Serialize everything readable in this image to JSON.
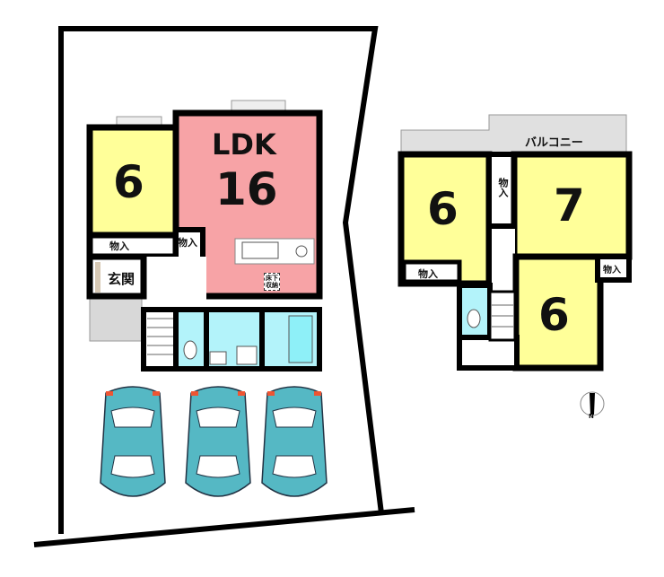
{
  "floor1": {
    "ldk_label": "LDK",
    "ldk_size": "16",
    "bedroom_size": "6",
    "closet_label": "物入",
    "closet2_label": "物入",
    "entrance_label": "玄関",
    "underfloor_storage_label": "床下収納"
  },
  "floor2": {
    "balcony_label": "バルコニー",
    "room_left_size": "6",
    "room_right_size": "7",
    "room_bottom_size": "6",
    "closet_vertical_label": "物入",
    "closet_left_label": "物入",
    "closet_right_label": "物入"
  },
  "compass": {
    "north_label": "N"
  },
  "parking": {
    "car_count": 3
  },
  "colors": {
    "room": "#ffff99",
    "ldk": "#f7a3a6",
    "water": "#b3f3fa",
    "car": "#55b8c4",
    "porch": "#d8d8d8"
  }
}
